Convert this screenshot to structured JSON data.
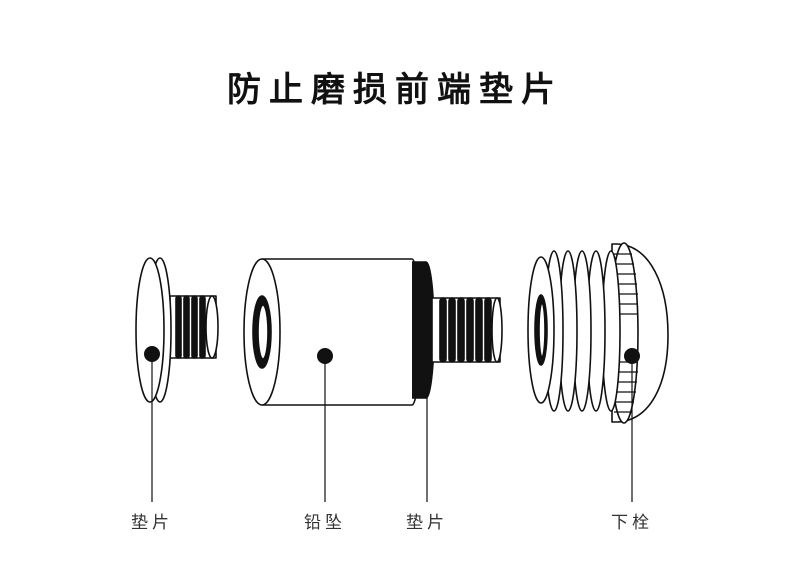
{
  "title": "防止磨损前端垫片",
  "labels": {
    "washer_left": "垫片",
    "lead_weight": "铅坠",
    "washer_right": "垫片",
    "plug": "下栓"
  },
  "colors": {
    "stroke": "#111111",
    "fill": "#ffffff",
    "text": "#333333"
  }
}
